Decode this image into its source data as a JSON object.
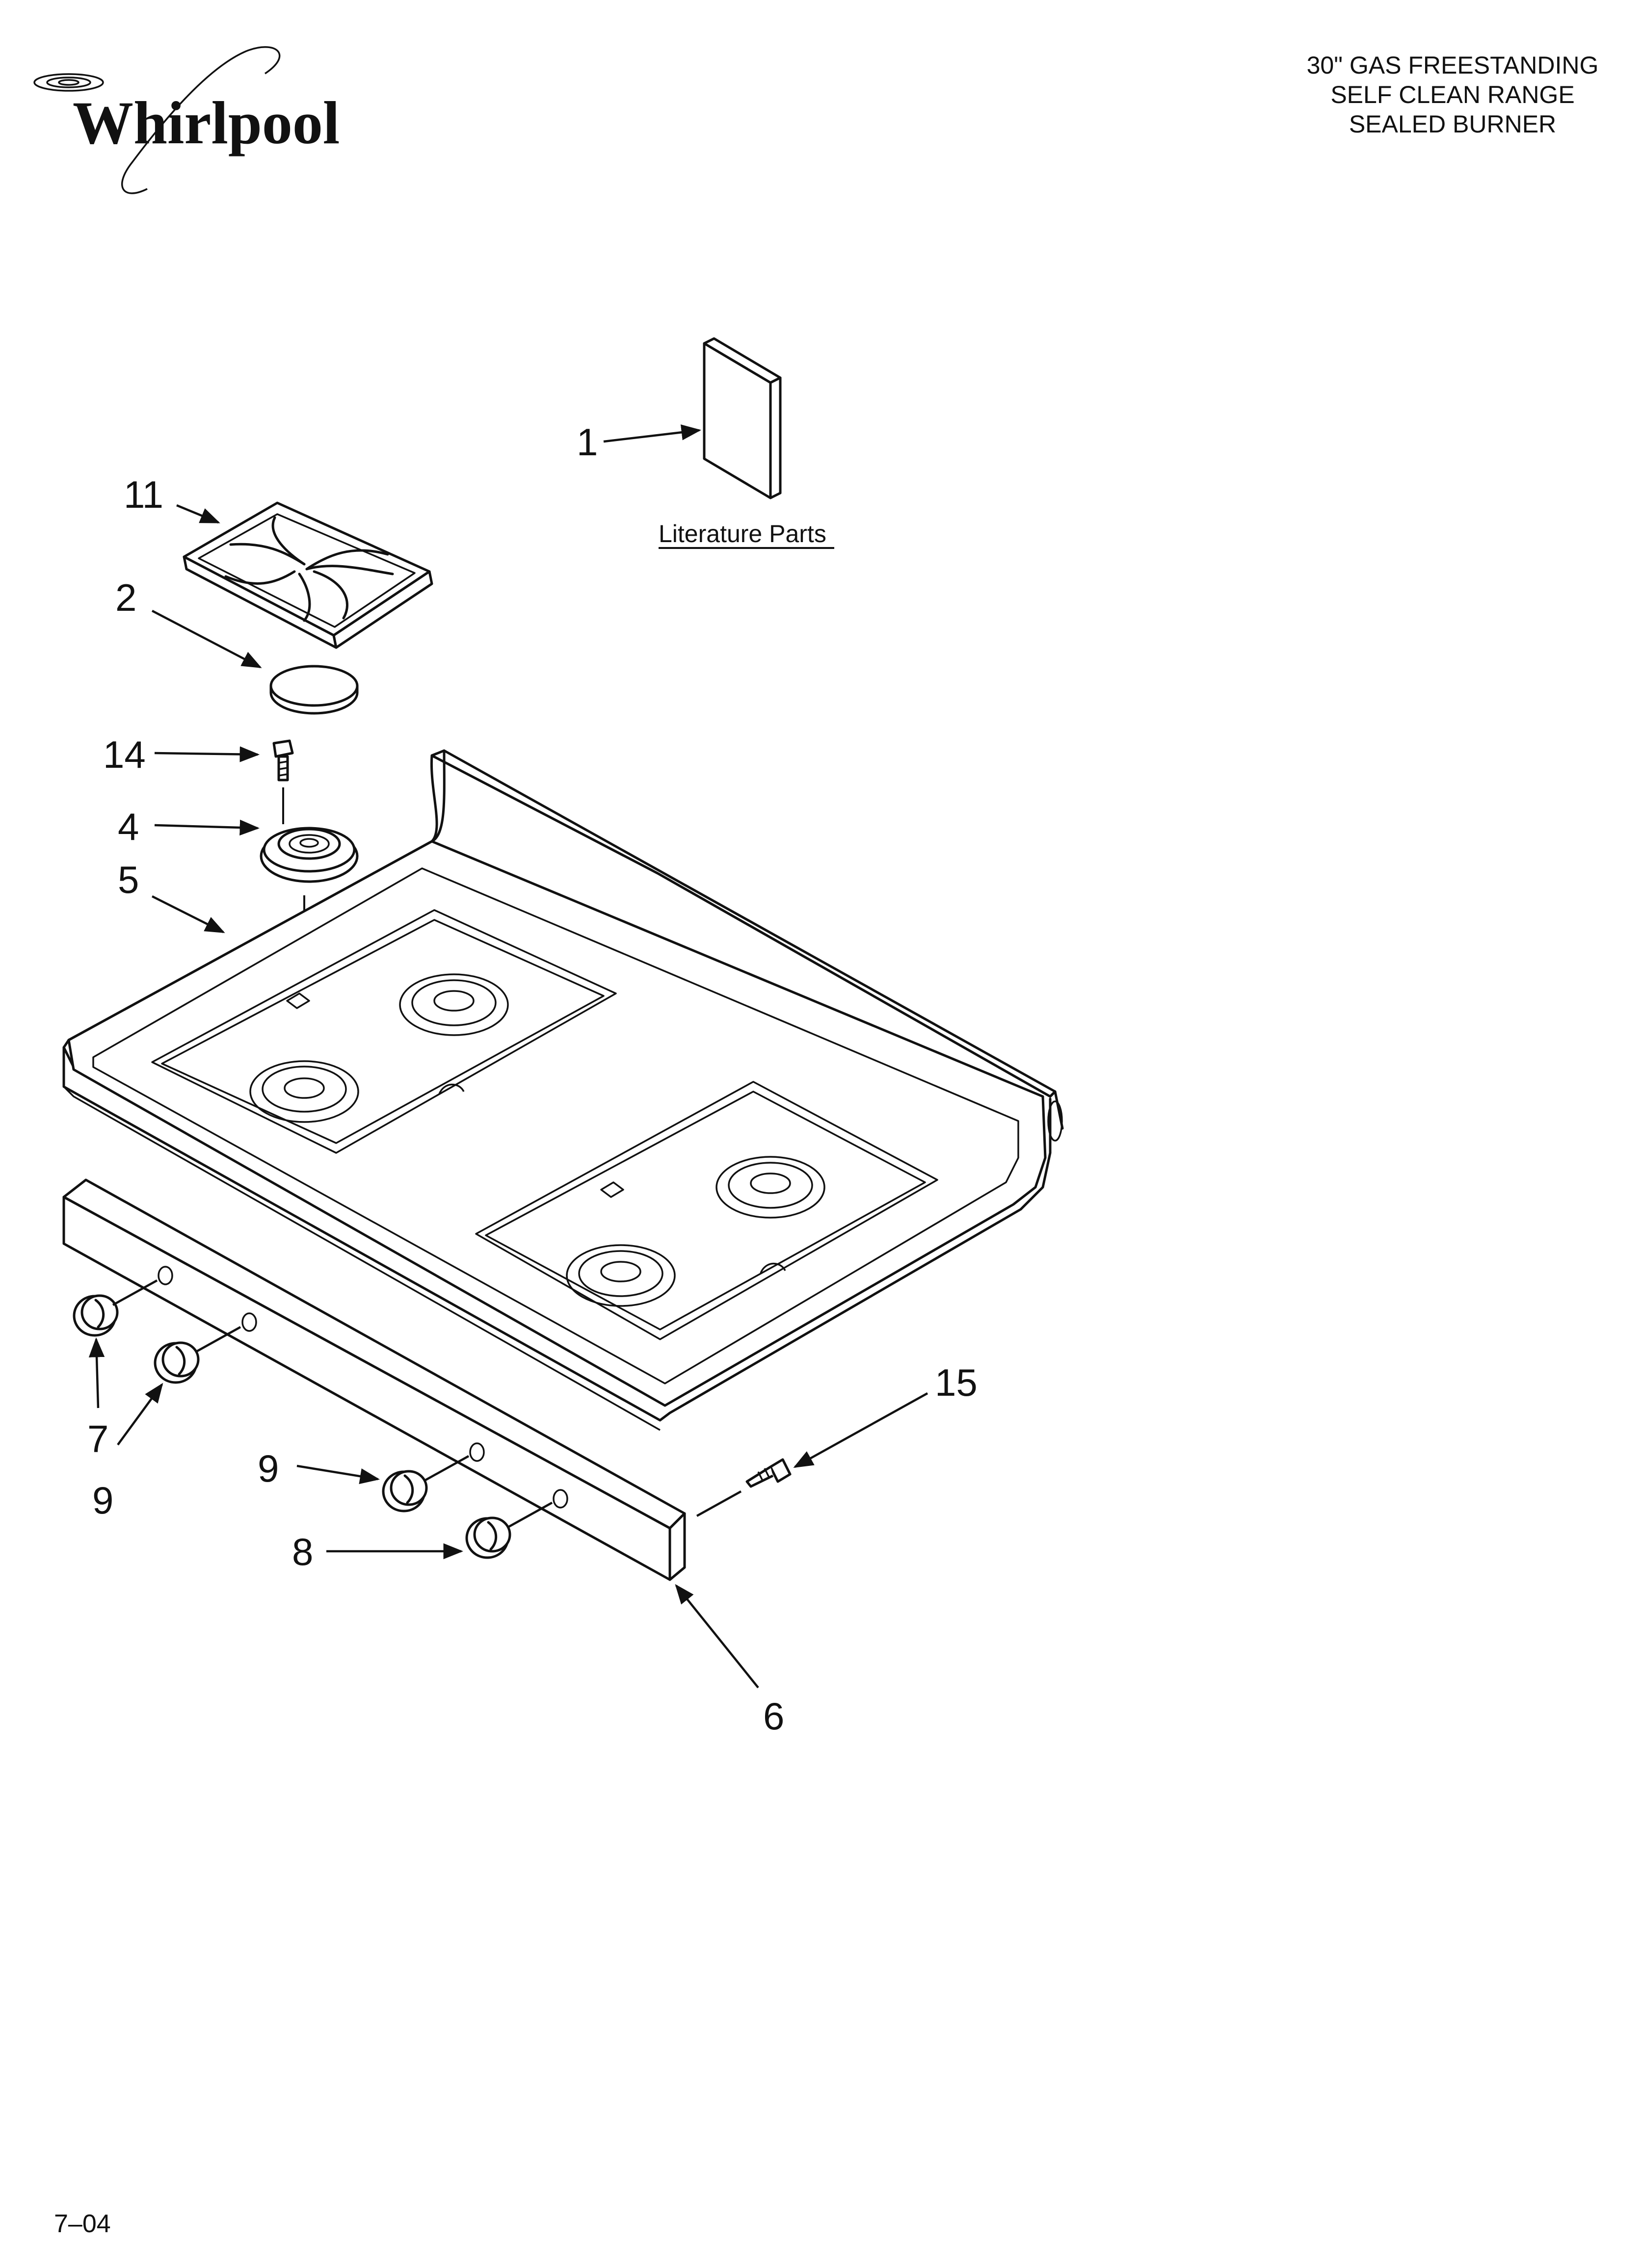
{
  "brand": "Whirlpool",
  "header": {
    "title_lines": [
      "30\" GAS FREESTANDING",
      "SELF CLEAN RANGE",
      "SEALED BURNER"
    ]
  },
  "literature_label": "Literature Parts",
  "callouts": {
    "c1": "1",
    "c11": "11",
    "c2": "2",
    "c14": "14",
    "c4": "4",
    "c5": "5",
    "c15": "15",
    "c7": "7",
    "c9a": "9",
    "c9b": "9",
    "c8": "8",
    "c6": "6"
  },
  "footer": {
    "code": "7–04"
  }
}
